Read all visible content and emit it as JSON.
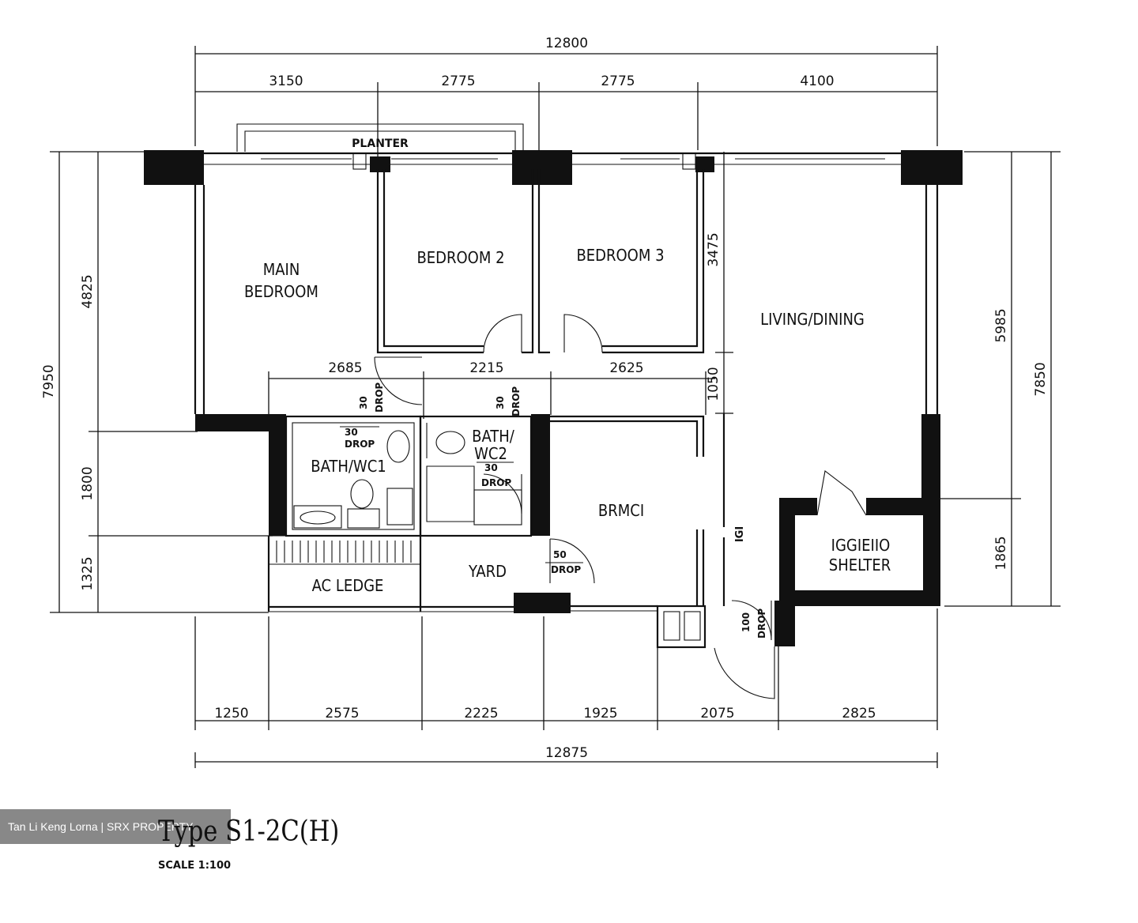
{
  "plan_type": "Type S1-2C(H)",
  "scale": "SCALE 1:100",
  "watermark": "Tan Li Keng Lorna | SRX PROPERTY",
  "rooms": {
    "main_bedroom_l1": "MAIN",
    "main_bedroom_l2": "BEDROOM",
    "bedroom2": "BEDROOM 2",
    "bedroom3": "BEDROOM 3",
    "living_dining": "LIVING/DINING",
    "bath_wc1_l1": "BATH/WC1",
    "bath_wc2_l1": "BATH/",
    "bath_wc2_l2": "WC2",
    "kitchen": "BRMCI",
    "yard": "YARD",
    "ac_ledge": "AC LEDGE",
    "shelter_l1": "IGGIEIIO",
    "shelter_l2": "SHELTER",
    "planter": "PLANTER",
    "kitchen_tag": "IGI"
  },
  "drops": {
    "d30_a": "30",
    "d30_b": "30",
    "d30_c": "30",
    "d30_d": "30",
    "d50": "50",
    "d100": "100",
    "drop": "DROP"
  },
  "dims": {
    "top_total": "12800",
    "top_1": "3150",
    "top_2": "2775",
    "top_3": "2775",
    "top_4": "4100",
    "mid_1": "2685",
    "mid_2": "2215",
    "mid_3": "2625",
    "bottom_1": "1250",
    "bottom_2": "2575",
    "bottom_3": "2225",
    "bottom_4": "1925",
    "bottom_5": "2075",
    "bottom_6": "2825",
    "bottom_total": "12875",
    "left_total": "7950",
    "left_1": "4825",
    "left_2": "1800",
    "left_3": "1325",
    "right_total": "7850",
    "right_1": "5985",
    "right_2": "1865",
    "inner_1": "3475",
    "inner_2": "1050"
  }
}
